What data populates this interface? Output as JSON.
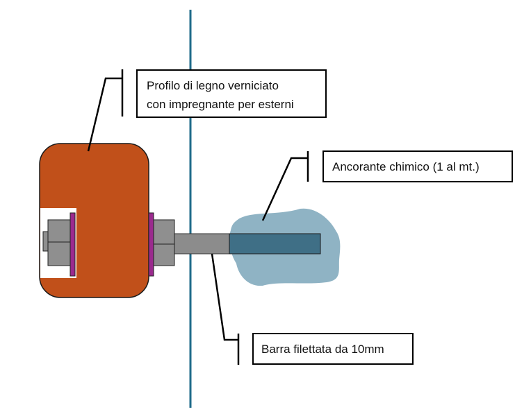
{
  "labels": {
    "wood_profile_line1": "Profilo di legno verniciato",
    "wood_profile_line2": "con impregnante per esterni",
    "chemical_anchor": "Ancorante chimico (1 al mt.)",
    "threaded_rod": "Barra filettata da 10mm"
  },
  "colors": {
    "wall_line": "#1f6b8a",
    "wood": "#c1501a",
    "anchor_blob": "#8fb3c4",
    "rod": "#8c8c8c",
    "rod_embedded": "#3f6f86",
    "nut": "#8f8f8f",
    "washer": "#9b2a8e",
    "leader": "#000000"
  }
}
